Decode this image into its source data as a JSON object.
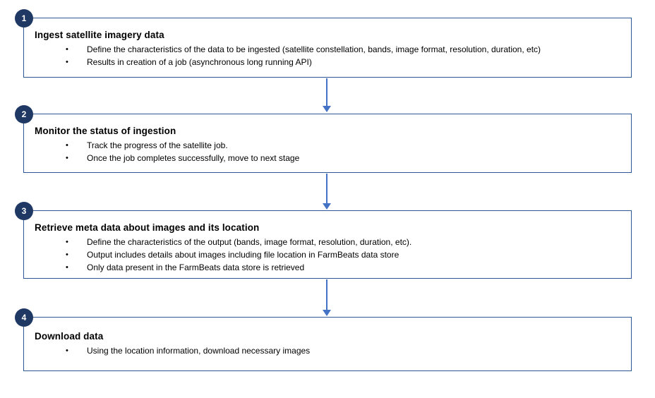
{
  "diagram": {
    "bullet_glyph": "•",
    "colors": {
      "box_border": "#2E5597",
      "circle_fill": "#1F3864",
      "circle_text": "#FFFFFF",
      "arrow": "#4472C4",
      "text": "#000000",
      "background": "#FFFFFF"
    },
    "steps": [
      {
        "number": "1",
        "title": "Ingest satellite imagery data",
        "bullets": [
          "Define the characteristics of the data to be ingested (satellite constellation, bands, image format, resolution, duration, etc)",
          "Results in creation of a job (asynchronous long running API)"
        ]
      },
      {
        "number": "2",
        "title": "Monitor the status of ingestion",
        "bullets": [
          "Track the progress of the satellite job.",
          "Once the job completes successfully, move to next stage"
        ]
      },
      {
        "number": "3",
        "title": "Retrieve meta data about images and its location",
        "bullets": [
          "Define the characteristics of the output (bands, image format, resolution, duration, etc).",
          "Output includes details about images including file location in FarmBeats data store",
          "Only data present in the FarmBeats data store is retrieved"
        ]
      },
      {
        "number": "4",
        "title": "Download data",
        "bullets": [
          "Using the location information, download necessary images"
        ]
      }
    ]
  }
}
